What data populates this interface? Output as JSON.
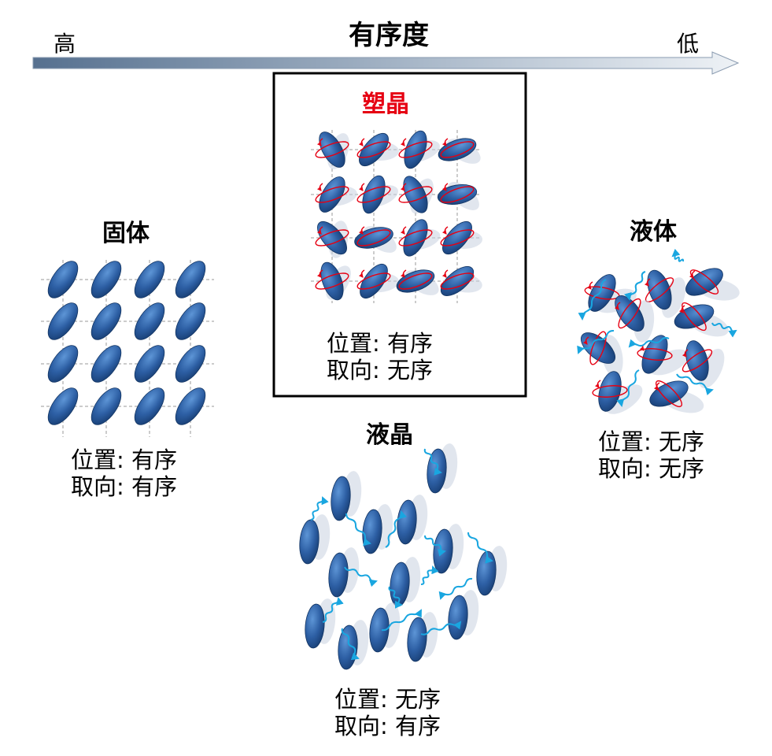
{
  "axis": {
    "title": "有序度",
    "high": "高",
    "low": "低"
  },
  "phases": {
    "solid": {
      "title": "固体",
      "position": "位置: 有序",
      "orientation": "取向: 有序"
    },
    "plastic": {
      "title": "塑晶",
      "position": "位置: 有序",
      "orientation": "取向: 无序"
    },
    "liquid": {
      "title": "液体",
      "position": "位置: 无序",
      "orientation": "取向: 无序"
    },
    "liquid_crystal": {
      "title": "液晶",
      "position": "位置: 无序",
      "orientation": "取向: 有序"
    }
  },
  "colors": {
    "molecule_dark": "#1f4d8c",
    "molecule_light": "#4a86cf",
    "ghost": "#c8d2e0",
    "rotation_arrow": "#e60012",
    "diffusion_arrow": "#19a6e0",
    "grid": "#9a9a9a",
    "highlight_title": "#e60012"
  }
}
